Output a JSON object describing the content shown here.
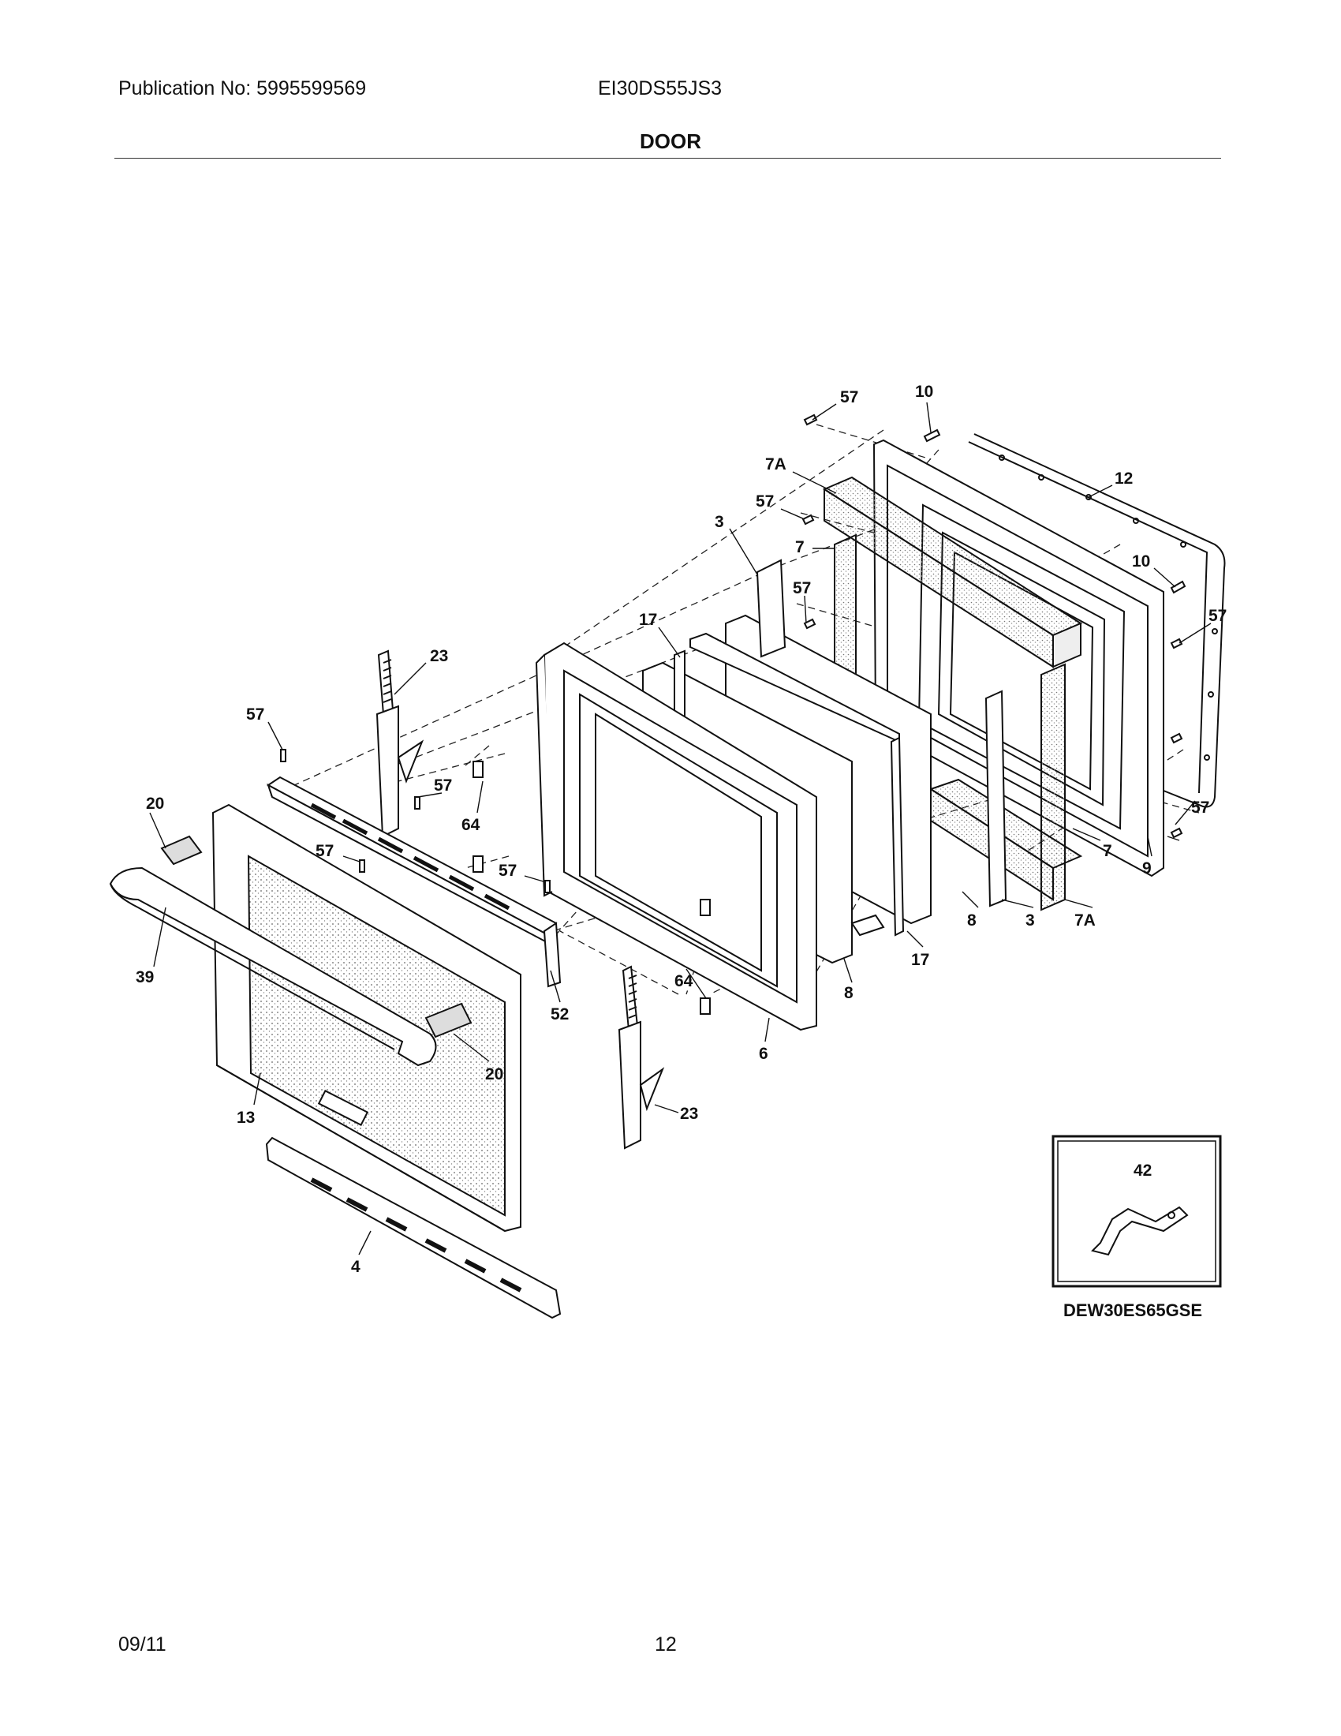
{
  "header": {
    "publication": "Publication No: 5995599569",
    "model": "EI30DS55JS3",
    "title": "DOOR"
  },
  "footer": {
    "date": "09/11",
    "page": "12"
  },
  "diagram": {
    "labels": {
      "l57a": "57",
      "l10a": "10",
      "l7Aa": "7A",
      "l12": "12",
      "l57b": "57",
      "l3a": "3",
      "l7a": "7",
      "l10b": "10",
      "l57c": "57",
      "l57d": "57",
      "l17a": "17",
      "l23a": "23",
      "l57e": "57",
      "l57f": "57",
      "l64a": "64",
      "l20a": "20",
      "l57g": "57",
      "l57h": "57",
      "l57i": "57",
      "l7b": "7",
      "l9": "9",
      "l8a": "8",
      "l3b": "3",
      "l7Ab": "7A",
      "l17b": "17",
      "l39": "39",
      "l52": "52",
      "l64b": "64",
      "l8b": "8",
      "l6": "6",
      "l20b": "20",
      "l13": "13",
      "l23b": "23",
      "l4": "4",
      "l42": "42"
    },
    "inset_caption": "DEW30ES65GSE"
  }
}
